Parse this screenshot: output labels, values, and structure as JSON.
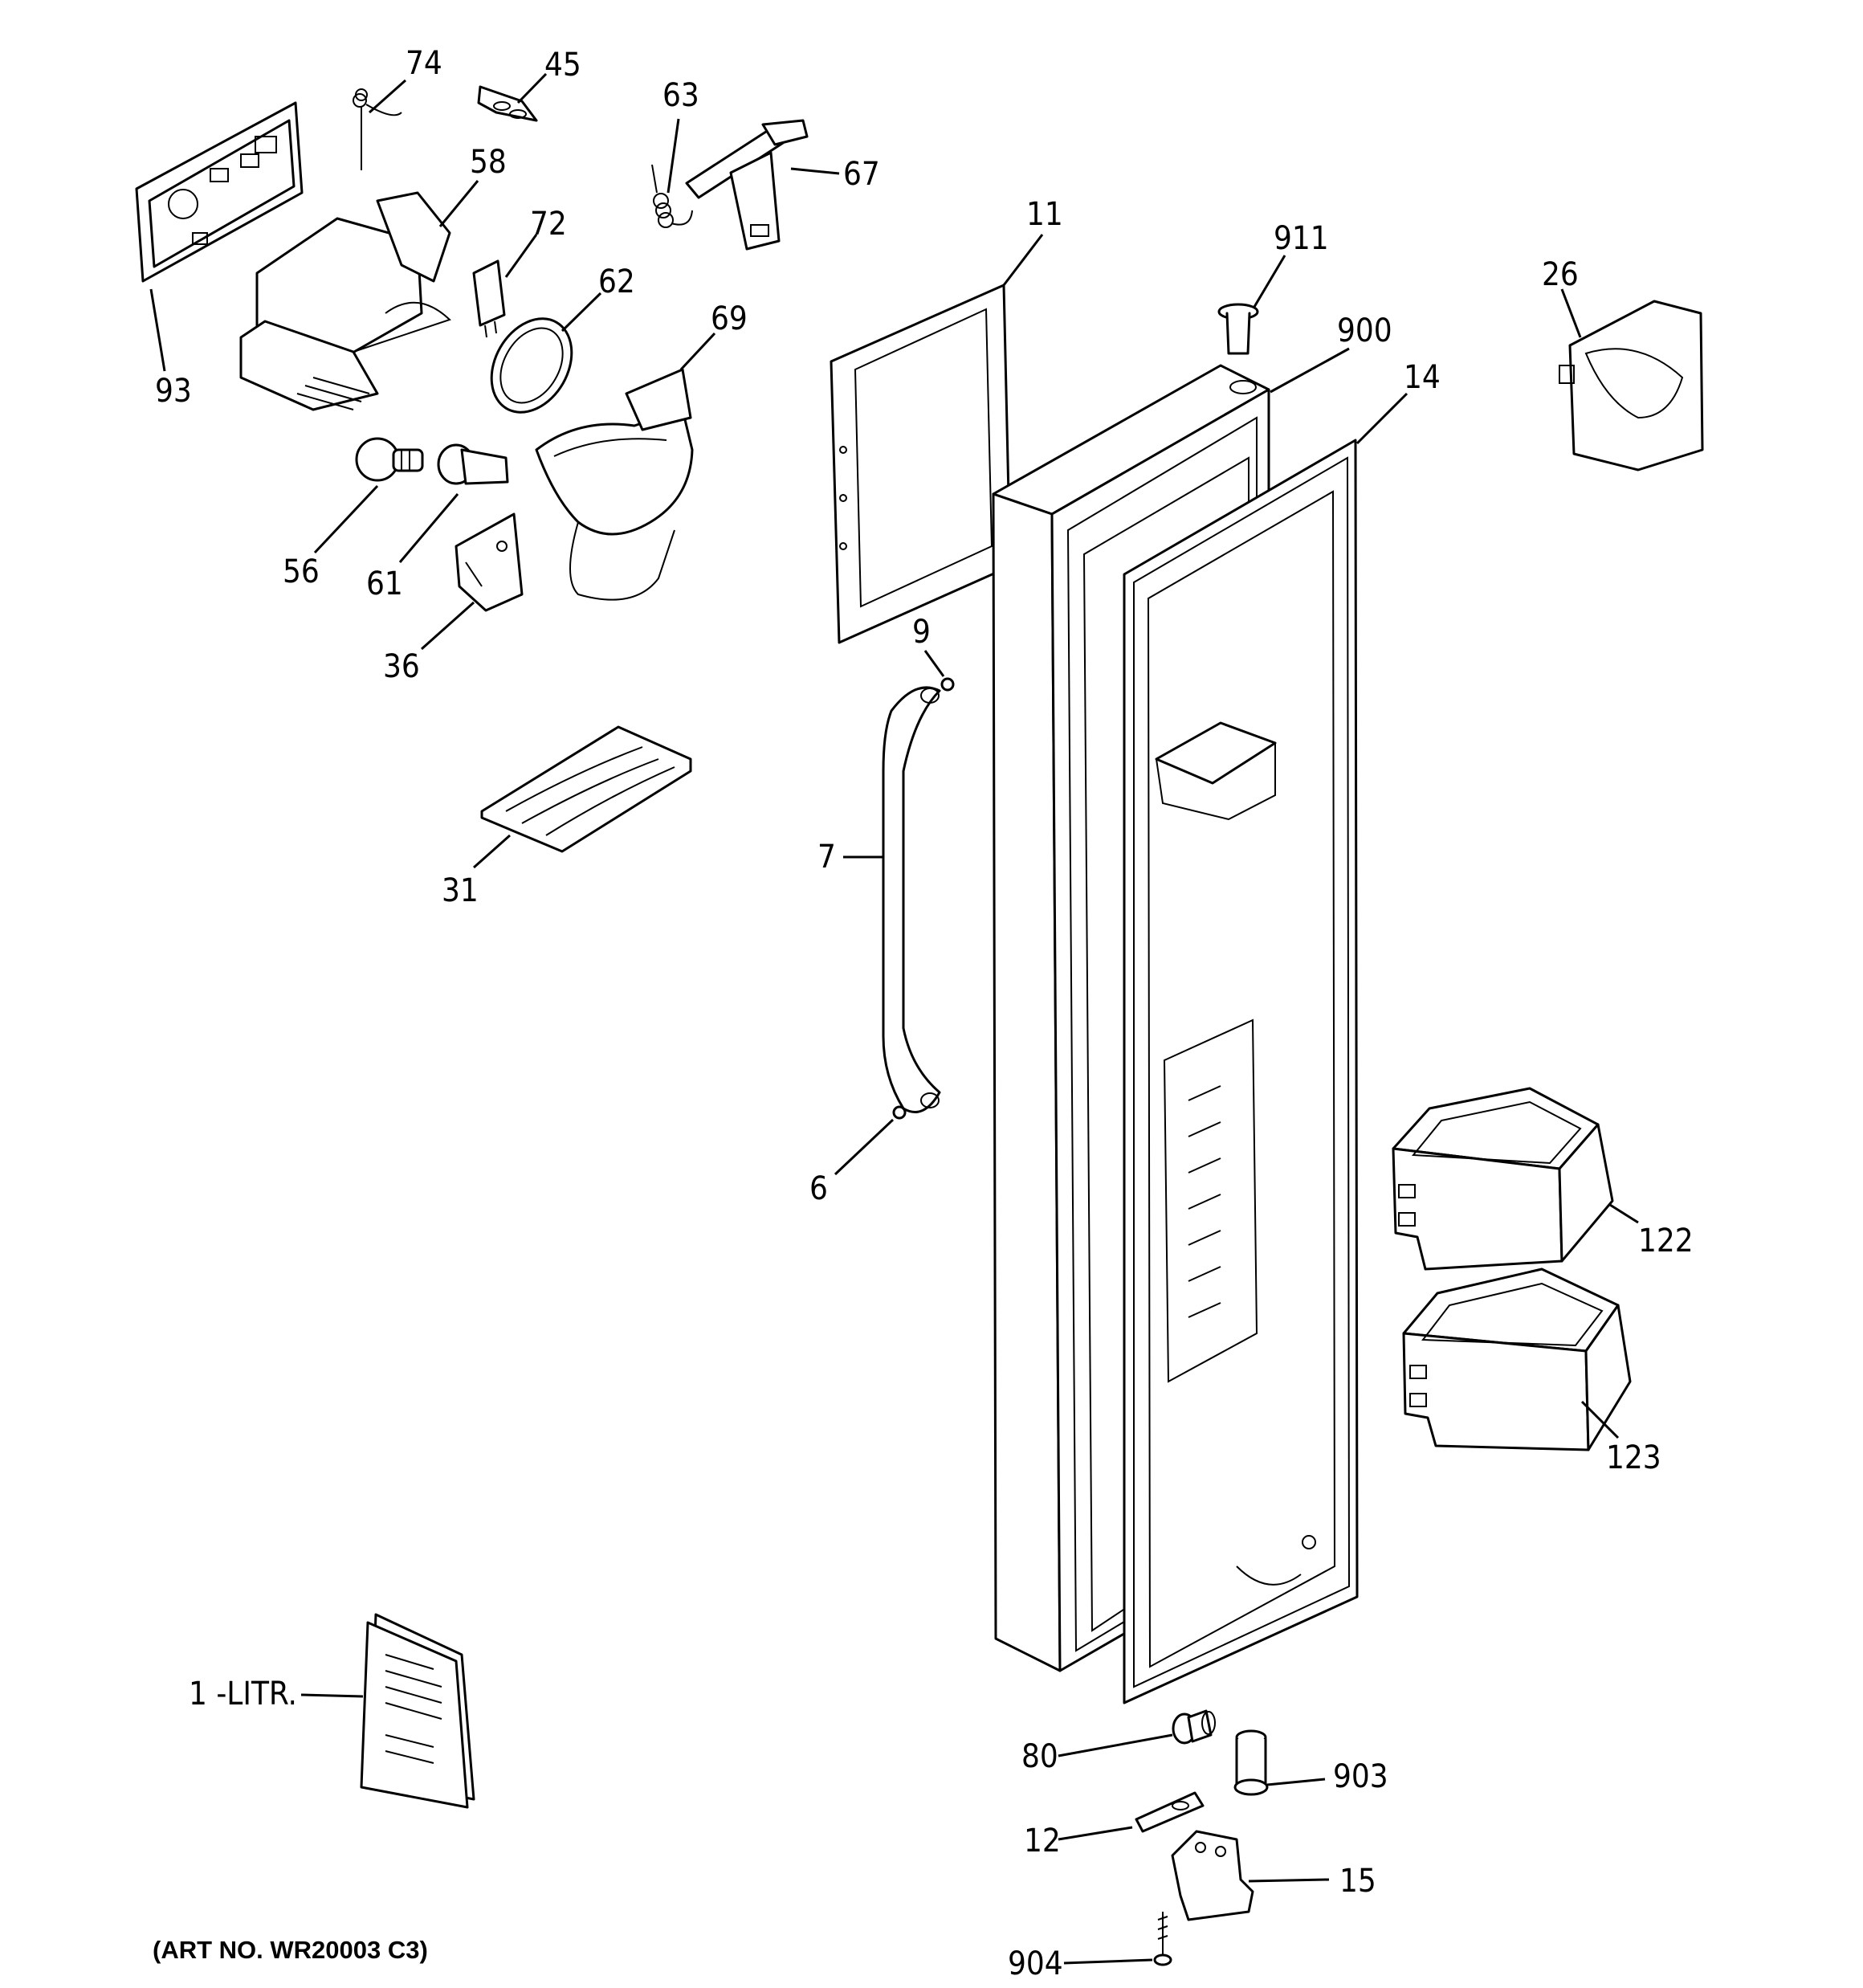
{
  "art_number": "(ART NO. WR20003 C3)",
  "callouts": {
    "c74": "74",
    "c45": "45",
    "c63": "63",
    "c67": "67",
    "c58": "58",
    "c72": "72",
    "c62": "62",
    "c69": "69",
    "c93": "93",
    "c56": "56",
    "c61": "61",
    "c36": "36",
    "c31": "31",
    "c11": "11",
    "c911": "911",
    "c900": "900",
    "c14": "14",
    "c26": "26",
    "c9": "9",
    "c7": "7",
    "c6": "6",
    "c122": "122",
    "c123": "123",
    "c1": "1 -LITR.",
    "c80": "80",
    "c903": "903",
    "c12": "12",
    "c15": "15",
    "c904": "904"
  }
}
